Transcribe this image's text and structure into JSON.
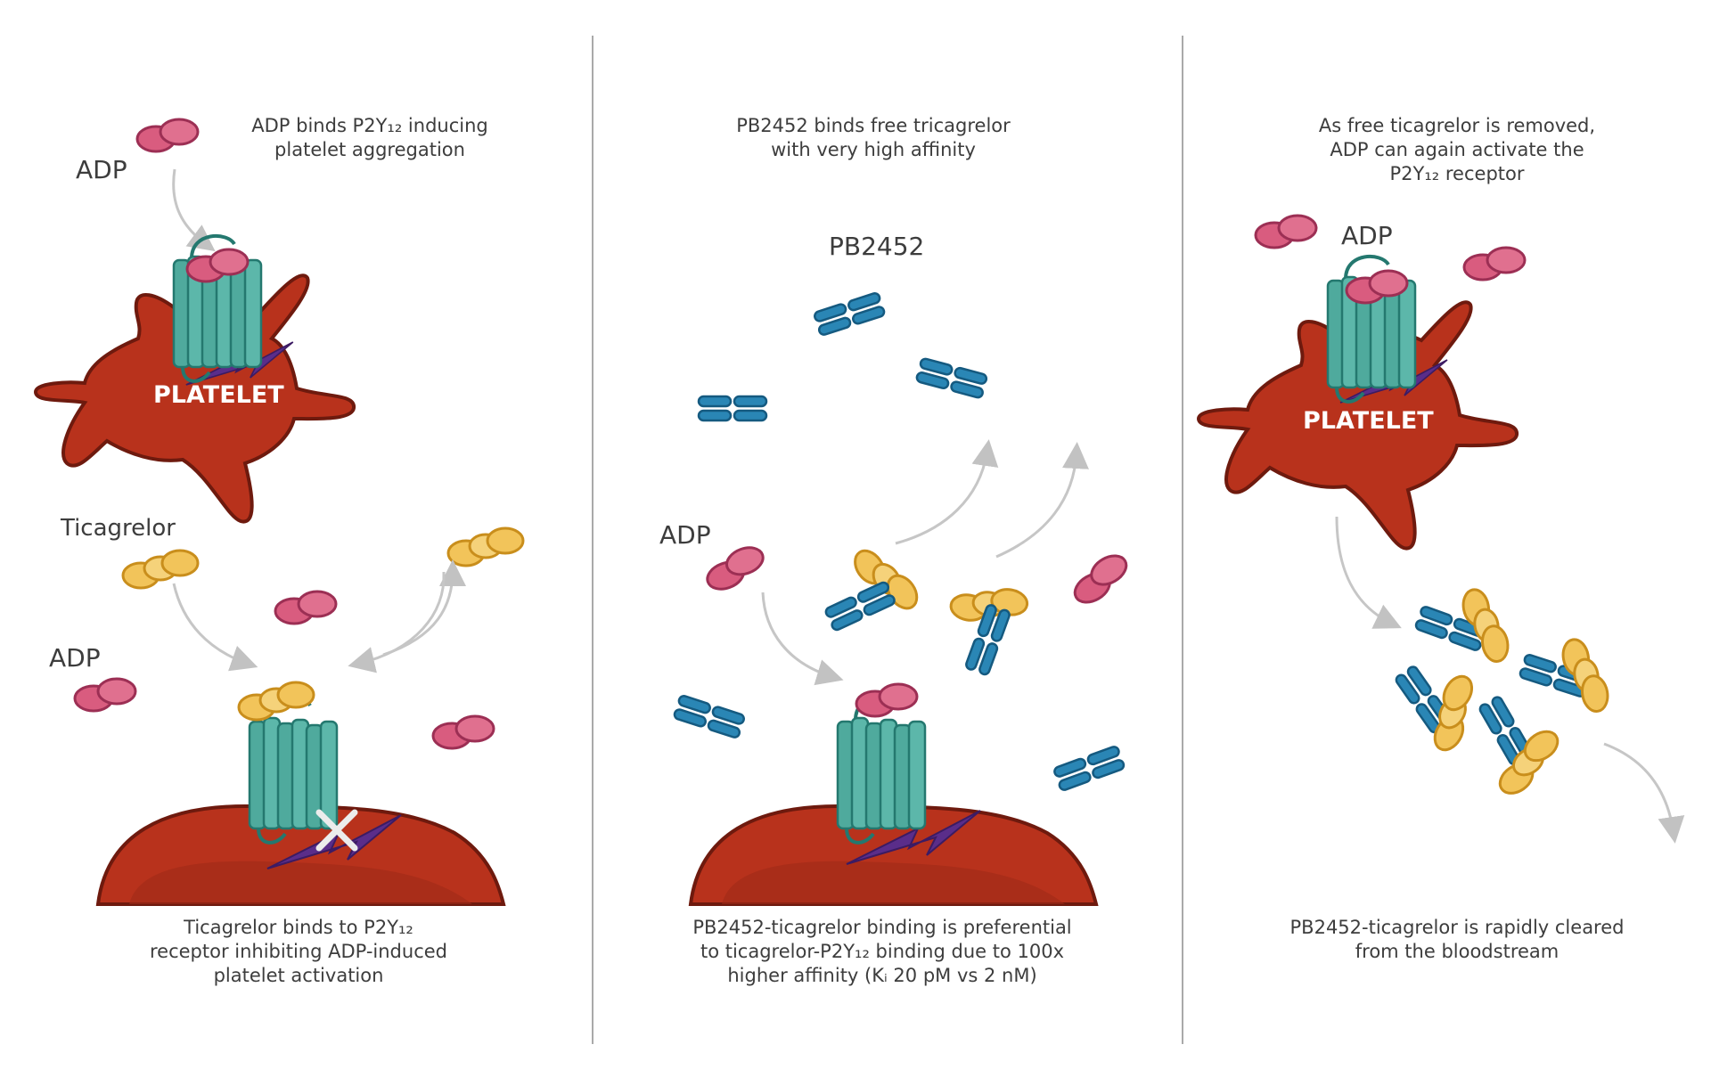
{
  "panels": [
    {
      "top_caption": "ADP binds P2Y₁₂ inducing\nplatelet aggregation",
      "bottom_caption": "Ticagrelor binds to P2Y₁₂\nreceptor inhibiting ADP-induced\nplatelet activation",
      "labels": {
        "adp_top": "ADP",
        "ticagrelor": "Ticagrelor",
        "adp_mid": "ADP",
        "platelet": "PLATELET"
      }
    },
    {
      "top_caption": "PB2452 binds free tricagrelor\nwith very high affinity",
      "bottom_caption": "PB2452-ticagrelor binding is preferential\nto ticagrelor-P2Y₁₂ binding due to 100x\nhigher affinity (Kᵢ 20 pM vs 2 nM)",
      "labels": {
        "pb2452": "PB2452",
        "adp": "ADP"
      }
    },
    {
      "top_caption": "As free ticagrelor is removed,\nADP can again activate the\nP2Y₁₂ receptor",
      "bottom_caption": "PB2452-ticagrelor is rapidly cleared\nfrom the bloodstream",
      "labels": {
        "adp": "ADP",
        "platelet": "PLATELET"
      }
    }
  ],
  "colors": {
    "adp": "#d95c7f",
    "ticagrelor": "#f2c45a",
    "pb2452": "#2a86b5",
    "receptor": "#4faa9d",
    "platelet": "#b8321c",
    "signal": "#5a2d8a"
  }
}
